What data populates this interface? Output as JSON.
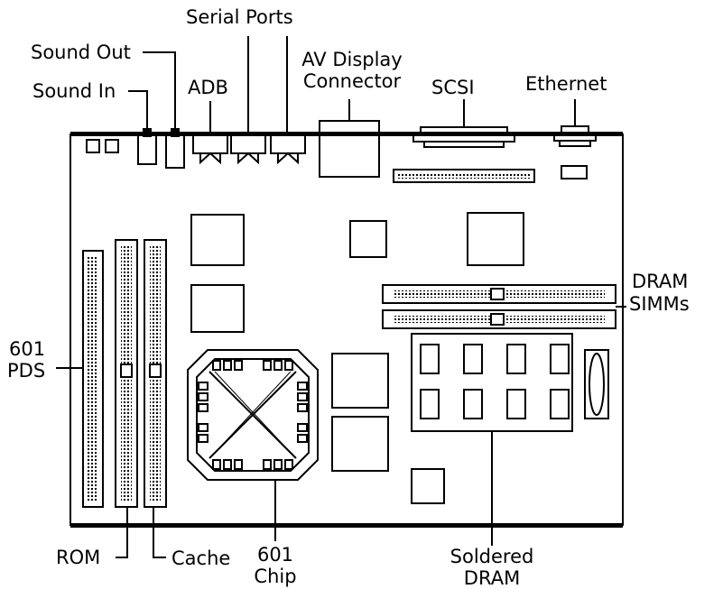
{
  "diagram": {
    "labels": {
      "serial_ports": "Serial Ports",
      "sound_out": "Sound Out",
      "sound_in": "Sound In",
      "adb": "ADB",
      "av_display_line1": "AV Display",
      "av_display_line2": "Connector",
      "scsi": "SCSI",
      "ethernet": "Ethernet",
      "dram_simms_line1": "DRAM",
      "dram_simms_line2": "SIMMs",
      "pds_line1": "601",
      "pds_line2": "PDS",
      "rom": "ROM",
      "cache": "Cache",
      "chip_line1": "601",
      "chip_line2": "Chip",
      "soldered_line1": "Soldered",
      "soldered_line2": "DRAM"
    },
    "colors": {
      "ink": "#000000",
      "paper": "#ffffff"
    }
  }
}
